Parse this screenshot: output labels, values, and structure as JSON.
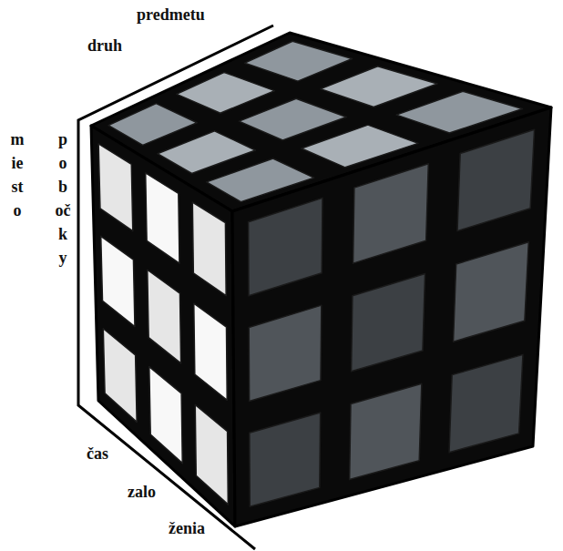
{
  "diagram": {
    "labels": [
      "druh",
      "predmetu",
      "miesto",
      "pobočky",
      "čas",
      "zalo",
      "ženia"
    ]
  }
}
